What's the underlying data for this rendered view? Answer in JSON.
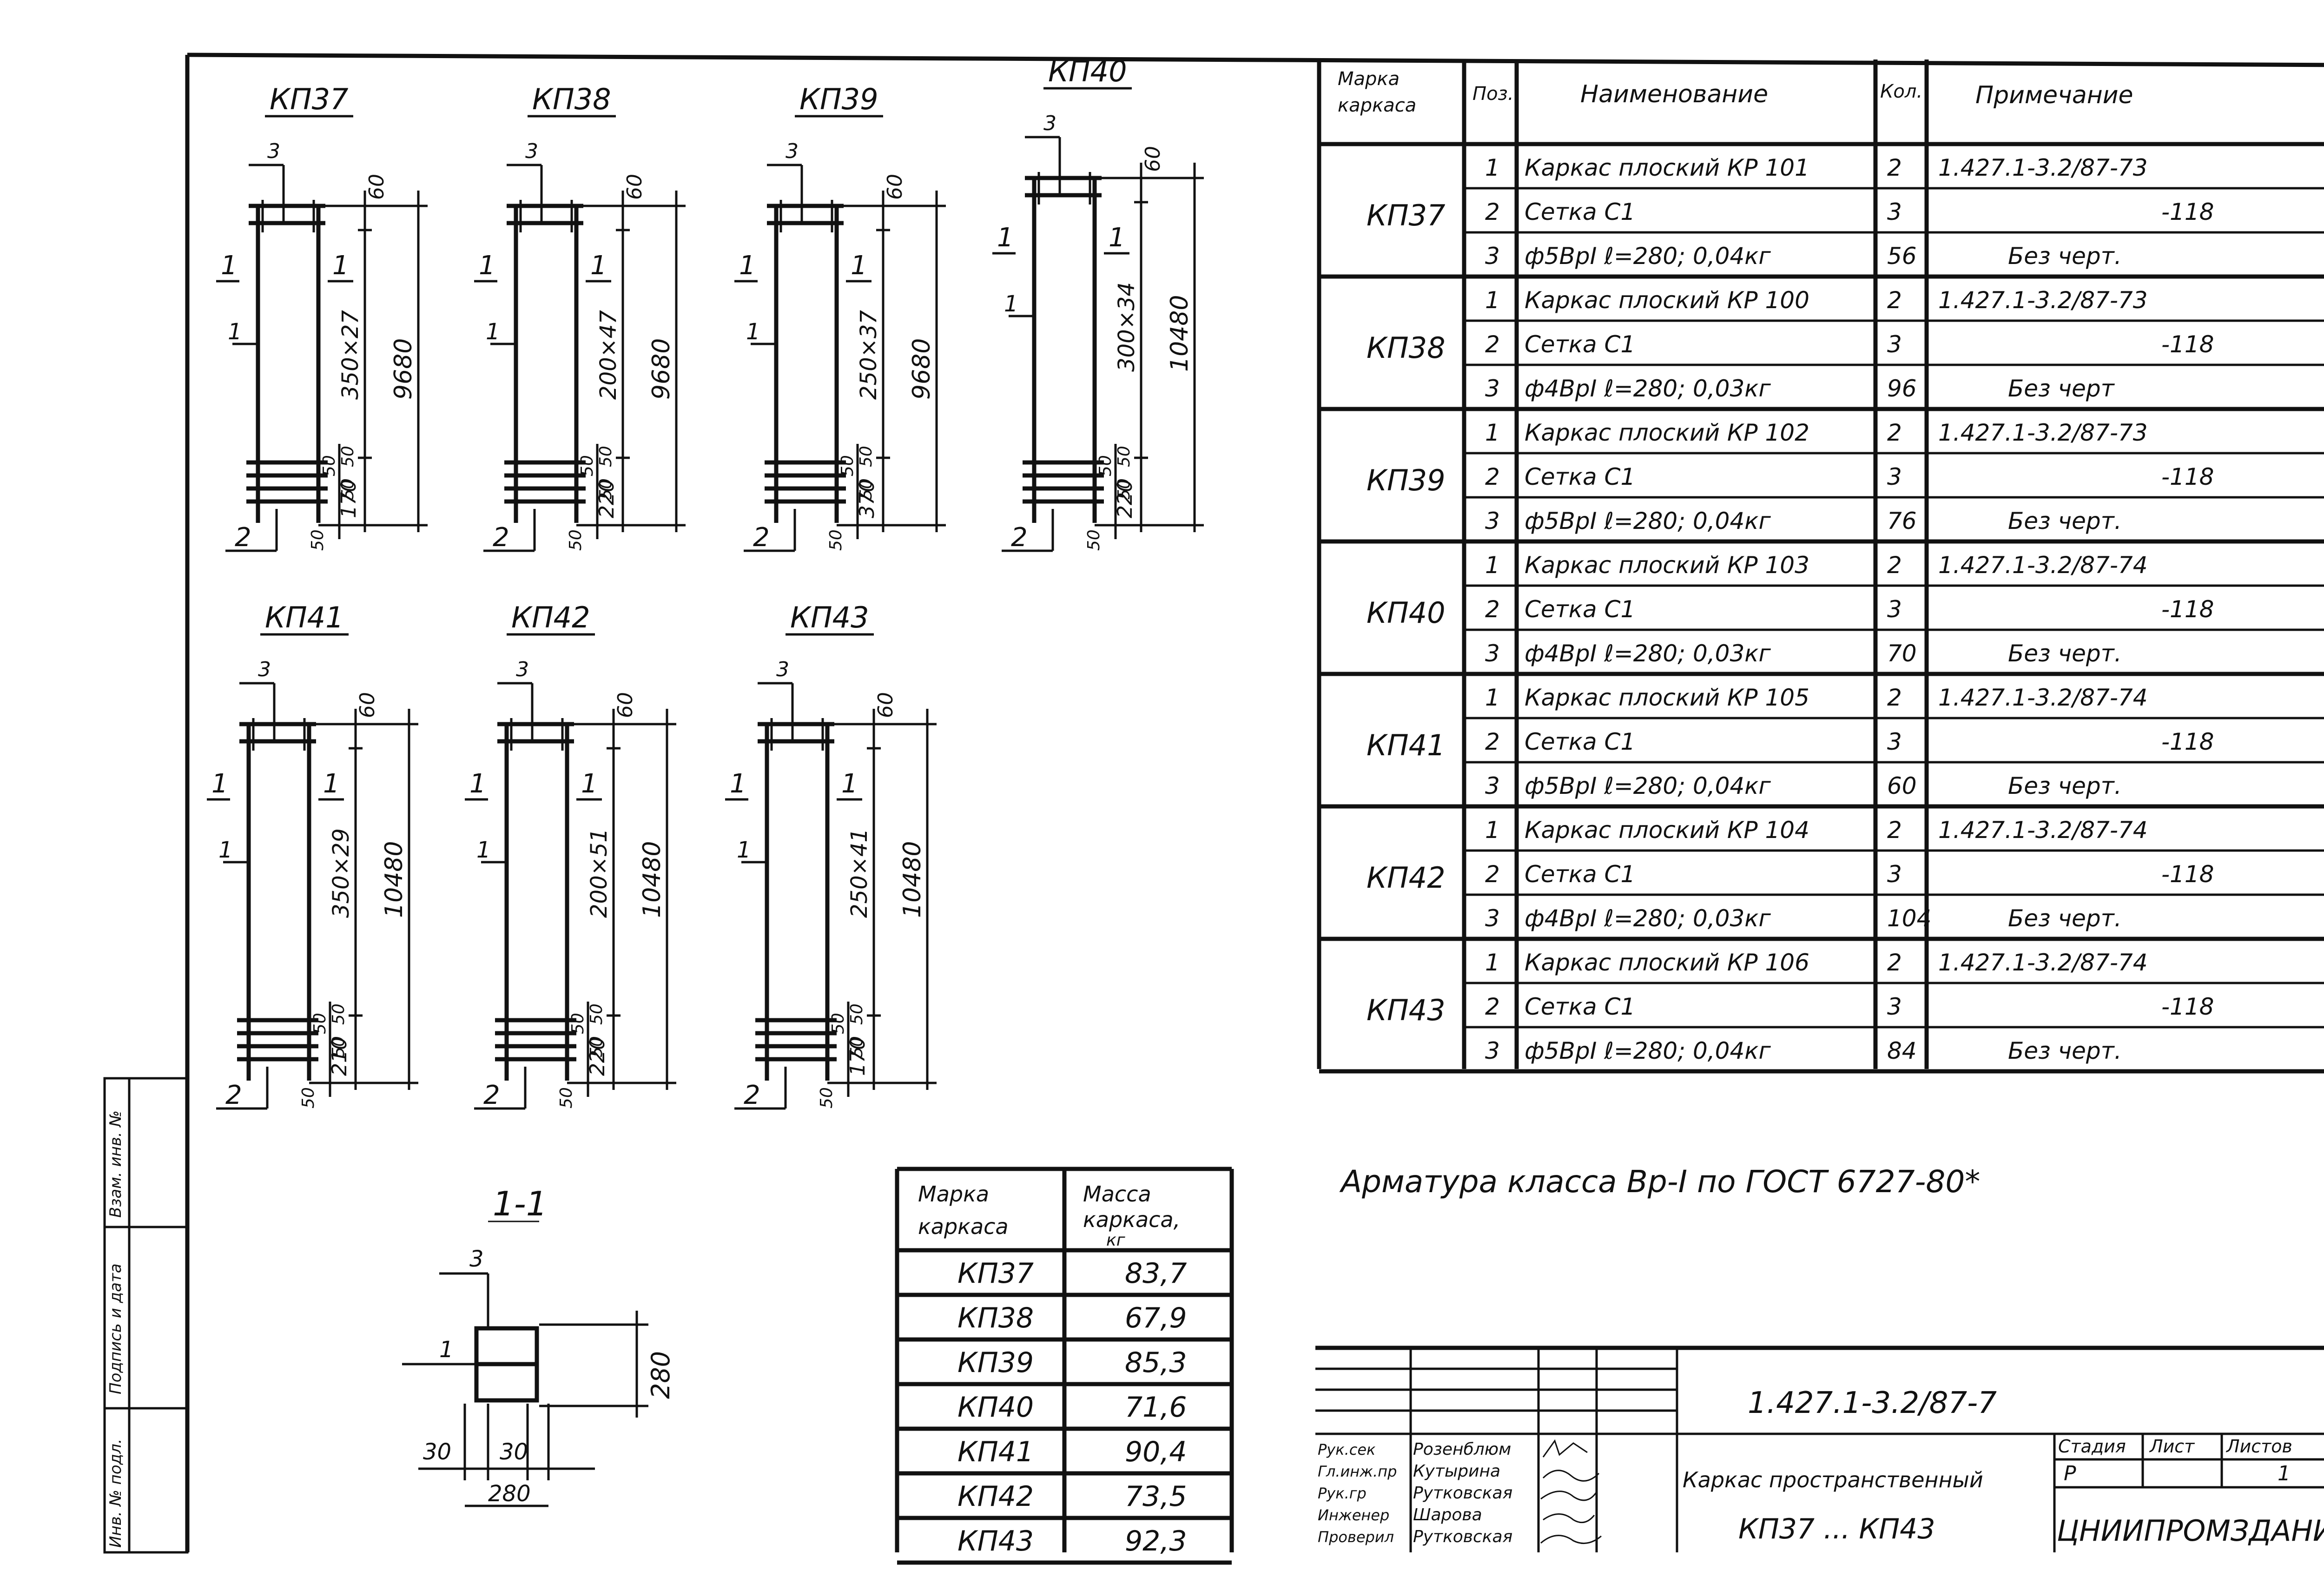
{
  "frames": [
    {
      "mark": "КП37",
      "p3": "3",
      "p1a": "1",
      "p1b": "1",
      "p1c": "1",
      "p2": "2",
      "top": "60",
      "mid": "350×27",
      "total": "9680",
      "bot": "170",
      "a": "50",
      "b": "50",
      "c": "50",
      "d": "50"
    },
    {
      "mark": "КП38",
      "p3": "3",
      "p1a": "1",
      "p1b": "1",
      "p1c": "1",
      "p2": "2",
      "top": "60",
      "mid": "200×47",
      "total": "9680",
      "bot": "220",
      "a": "50",
      "b": "50",
      "c": "50",
      "d": "50"
    },
    {
      "mark": "КП39",
      "p3": "3",
      "p1a": "1",
      "p1b": "1",
      "p1c": "1",
      "p2": "2",
      "top": "60",
      "mid": "250×37",
      "total": "9680",
      "bot": "370",
      "a": "50",
      "b": "50",
      "c": "50",
      "d": "50"
    },
    {
      "mark": "КП40",
      "p3": "3",
      "p1a": "1",
      "p1b": "1",
      "p1c": "1",
      "p2": "2",
      "top": "60",
      "mid": "300×34",
      "total": "10480",
      "bot": "220",
      "a": "50",
      "b": "50",
      "c": "50",
      "d": "50"
    },
    {
      "mark": "КП41",
      "p3": "3",
      "p1a": "1",
      "p1b": "1",
      "p1c": "1",
      "p2": "2",
      "top": "60",
      "mid": "350×29",
      "total": "10480",
      "bot": "210",
      "a": "50",
      "b": "50",
      "c": "50",
      "d": "50"
    },
    {
      "mark": "КП42",
      "p3": "3",
      "p1a": "1",
      "p1b": "1",
      "p1c": "1",
      "p2": "2",
      "top": "60",
      "mid": "200×51",
      "total": "10480",
      "bot": "220",
      "a": "50",
      "b": "50",
      "c": "50",
      "d": "50"
    },
    {
      "mark": "КП43",
      "p3": "3",
      "p1a": "1",
      "p1b": "1",
      "p1c": "1",
      "p2": "2",
      "top": "60",
      "mid": "250×41",
      "total": "10480",
      "bot": "170",
      "a": "50",
      "b": "50",
      "c": "50",
      "d": "50"
    }
  ],
  "section": {
    "title": "1-1",
    "pos3": "3",
    "pos1": "1",
    "height": "280",
    "left": "30",
    "right": "30",
    "width": "280"
  },
  "spec": {
    "headers": {
      "mark": "Марка каркаса",
      "pos": "Поз.",
      "name": "Наименование",
      "qty": "Кол.",
      "note": "Примечание"
    },
    "groups": [
      {
        "mark": "КП37",
        "rows": [
          {
            "pos": "1",
            "name": "Каркас плоский КР 101",
            "qty": "2",
            "note": "1.427.1-3.2/87-73"
          },
          {
            "pos": "2",
            "name": "Сетка С1",
            "qty": "3",
            "note": "-118"
          },
          {
            "pos": "3",
            "name": "ф5ВрI ℓ=280; 0,04кг",
            "qty": "56",
            "note": "Без черт."
          }
        ]
      },
      {
        "mark": "КП38",
        "rows": [
          {
            "pos": "1",
            "name": "Каркас плоский КР 100",
            "qty": "2",
            "note": "1.427.1-3.2/87-73"
          },
          {
            "pos": "2",
            "name": "Сетка С1",
            "qty": "3",
            "note": "-118"
          },
          {
            "pos": "3",
            "name": "ф4ВрI ℓ=280; 0,03кг",
            "qty": "96",
            "note": "Без черт"
          }
        ]
      },
      {
        "mark": "КП39",
        "rows": [
          {
            "pos": "1",
            "name": "Каркас плоский КР 102",
            "qty": "2",
            "note": "1.427.1-3.2/87-73"
          },
          {
            "pos": "2",
            "name": "Сетка С1",
            "qty": "3",
            "note": "-118"
          },
          {
            "pos": "3",
            "name": "ф5ВрI ℓ=280; 0,04кг",
            "qty": "76",
            "note": "Без черт."
          }
        ]
      },
      {
        "mark": "КП40",
        "rows": [
          {
            "pos": "1",
            "name": "Каркас плоский КР 103",
            "qty": "2",
            "note": "1.427.1-3.2/87-74"
          },
          {
            "pos": "2",
            "name": "Сетка С1",
            "qty": "3",
            "note": "-118"
          },
          {
            "pos": "3",
            "name": "ф4ВрI ℓ=280; 0,03кг",
            "qty": "70",
            "note": "Без черт."
          }
        ]
      },
      {
        "mark": "КП41",
        "rows": [
          {
            "pos": "1",
            "name": "Каркас плоский КР 105",
            "qty": "2",
            "note": "1.427.1-3.2/87-74"
          },
          {
            "pos": "2",
            "name": "Сетка С1",
            "qty": "3",
            "note": "-118"
          },
          {
            "pos": "3",
            "name": "ф5ВрI ℓ=280; 0,04кг",
            "qty": "60",
            "note": "Без черт."
          }
        ]
      },
      {
        "mark": "КП42",
        "rows": [
          {
            "pos": "1",
            "name": "Каркас плоский КР 104",
            "qty": "2",
            "note": "1.427.1-3.2/87-74"
          },
          {
            "pos": "2",
            "name": "Сетка С1",
            "qty": "3",
            "note": "-118"
          },
          {
            "pos": "3",
            "name": "ф4ВрI ℓ=280; 0,03кг",
            "qty": "104",
            "note": "Без черт."
          }
        ]
      },
      {
        "mark": "КП43",
        "rows": [
          {
            "pos": "1",
            "name": "Каркас плоский КР 106",
            "qty": "2",
            "note": "1.427.1-3.2/87-74"
          },
          {
            "pos": "2",
            "name": "Сетка С1",
            "qty": "3",
            "note": "-118"
          },
          {
            "pos": "3",
            "name": "ф5ВрI ℓ=280; 0,04кг",
            "qty": "84",
            "note": "Без черт."
          }
        ]
      }
    ]
  },
  "mass": {
    "headers": {
      "mark": "Марка каркаса",
      "mass_l1": "Масса",
      "mass_l2": "каркаса,",
      "mass_l3": "кг"
    },
    "rows": [
      {
        "mark": "КП37",
        "mass": "83,7"
      },
      {
        "mark": "КП38",
        "mass": "67,9"
      },
      {
        "mark": "КП39",
        "mass": "85,3"
      },
      {
        "mark": "КП40",
        "mass": "71,6"
      },
      {
        "mark": "КП41",
        "mass": "90,4"
      },
      {
        "mark": "КП42",
        "mass": "73,5"
      },
      {
        "mark": "КП43",
        "mass": "92,3"
      }
    ]
  },
  "note": "Арматура класса Вр-I по ГОСТ 6727-80*",
  "stamp": {
    "code": "1.427.1-3.2/87-7",
    "title_l1": "Каркас пространственный",
    "title_l2": "КП37 ... КП43",
    "stage_label": "Стадия",
    "sheet_label": "Лист",
    "sheets_label": "Листов",
    "stage": "Р",
    "sheet": "",
    "sheets": "1",
    "org": "ЦНИИПРОМЗДАНИЙ",
    "roles": [
      {
        "role": "Рук.сек",
        "name": "Розенблюм"
      },
      {
        "role": "Гл.инж.пр",
        "name": "Кутырина"
      },
      {
        "role": "Рук.гр",
        "name": "Рутковская"
      },
      {
        "role": "Инженер",
        "name": "Шарова"
      },
      {
        "role": "Проверил",
        "name": "Рутковская"
      }
    ]
  },
  "side": {
    "inv": "Инв. № подл.",
    "sign": "Подпись и дата",
    "vzam": "Взам. инв. №"
  }
}
